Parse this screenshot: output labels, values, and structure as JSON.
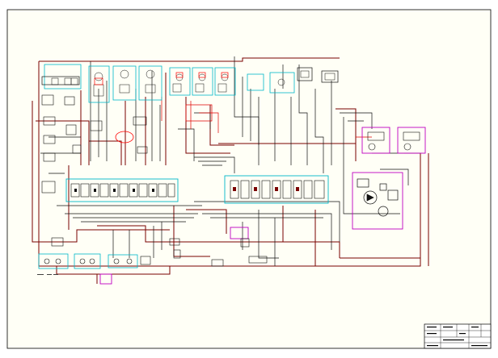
{
  "document": {
    "title_block_text": [],
    "colors": {
      "paper": "#fffff5",
      "frame": "#000000",
      "main_line": "#7a0000",
      "secondary_line": "#000000",
      "control_line": "#e00000",
      "component_box": "#00b8c8",
      "auxiliary_box": "#c000c0",
      "highlight": "#ff0000"
    },
    "regions": [
      "frame-border",
      "actuator-row-left",
      "actuator-row-center",
      "actuator-row-right",
      "control-valve-bank-left",
      "control-valve-bank-right",
      "pump-station",
      "auxiliary-valve-group",
      "pilot-components-bottom",
      "title-block"
    ]
  }
}
